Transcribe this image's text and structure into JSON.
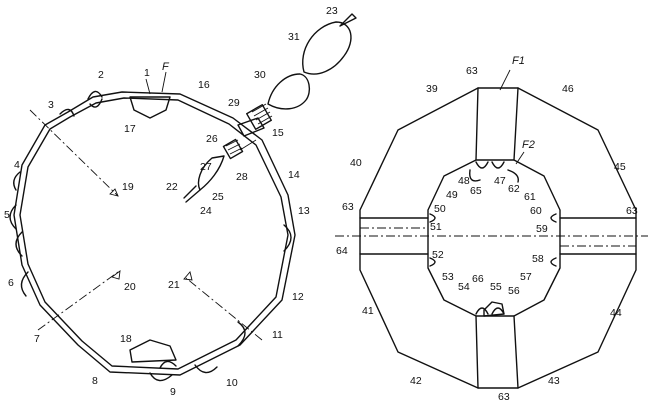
{
  "figure_left": {
    "labels": {
      "n1": "1",
      "n2": "2",
      "n3": "3",
      "n4": "4",
      "n5": "5",
      "n6": "6",
      "n7": "7",
      "n8": "8",
      "n9": "9",
      "n10": "10",
      "n11": "11",
      "n12": "12",
      "n13": "13",
      "n14": "14",
      "n15": "15",
      "n16": "16",
      "n17": "17",
      "n18": "18",
      "n19": "19",
      "n20": "20",
      "n21": "21",
      "n22": "22",
      "n23": "23",
      "n24": "24",
      "n25": "25",
      "n26": "26",
      "n27": "27",
      "n28": "28",
      "n29": "29",
      "n30": "30",
      "n31": "31",
      "F": "F"
    }
  },
  "figure_right": {
    "labels": {
      "F1": "F1",
      "F2": "F2",
      "n39": "39",
      "n40": "40",
      "n41": "41",
      "n42": "42",
      "n43": "43",
      "n44": "44",
      "n45": "45",
      "n46": "46",
      "n47": "47",
      "n48": "48",
      "n49": "49",
      "n50": "50",
      "n51": "51",
      "n52": "52",
      "n53": "53",
      "n54": "54",
      "n55": "55",
      "n56": "56",
      "n57": "57",
      "n58": "58",
      "n59": "59",
      "n60": "60",
      "n61": "61",
      "n62": "62",
      "n63a": "63",
      "n63b": "63",
      "n63c": "63",
      "n63d": "63",
      "n64": "64",
      "n65": "65",
      "n66": "66"
    }
  }
}
